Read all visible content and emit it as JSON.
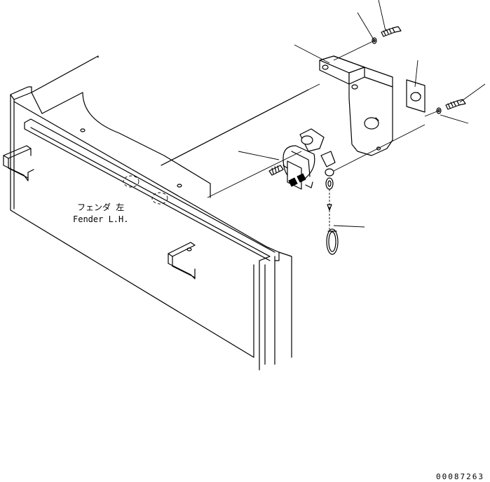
{
  "labels": {
    "fender_jp": "フェンダ 左",
    "fender_en": "Fender L.H."
  },
  "drawing_code": "00087263"
}
